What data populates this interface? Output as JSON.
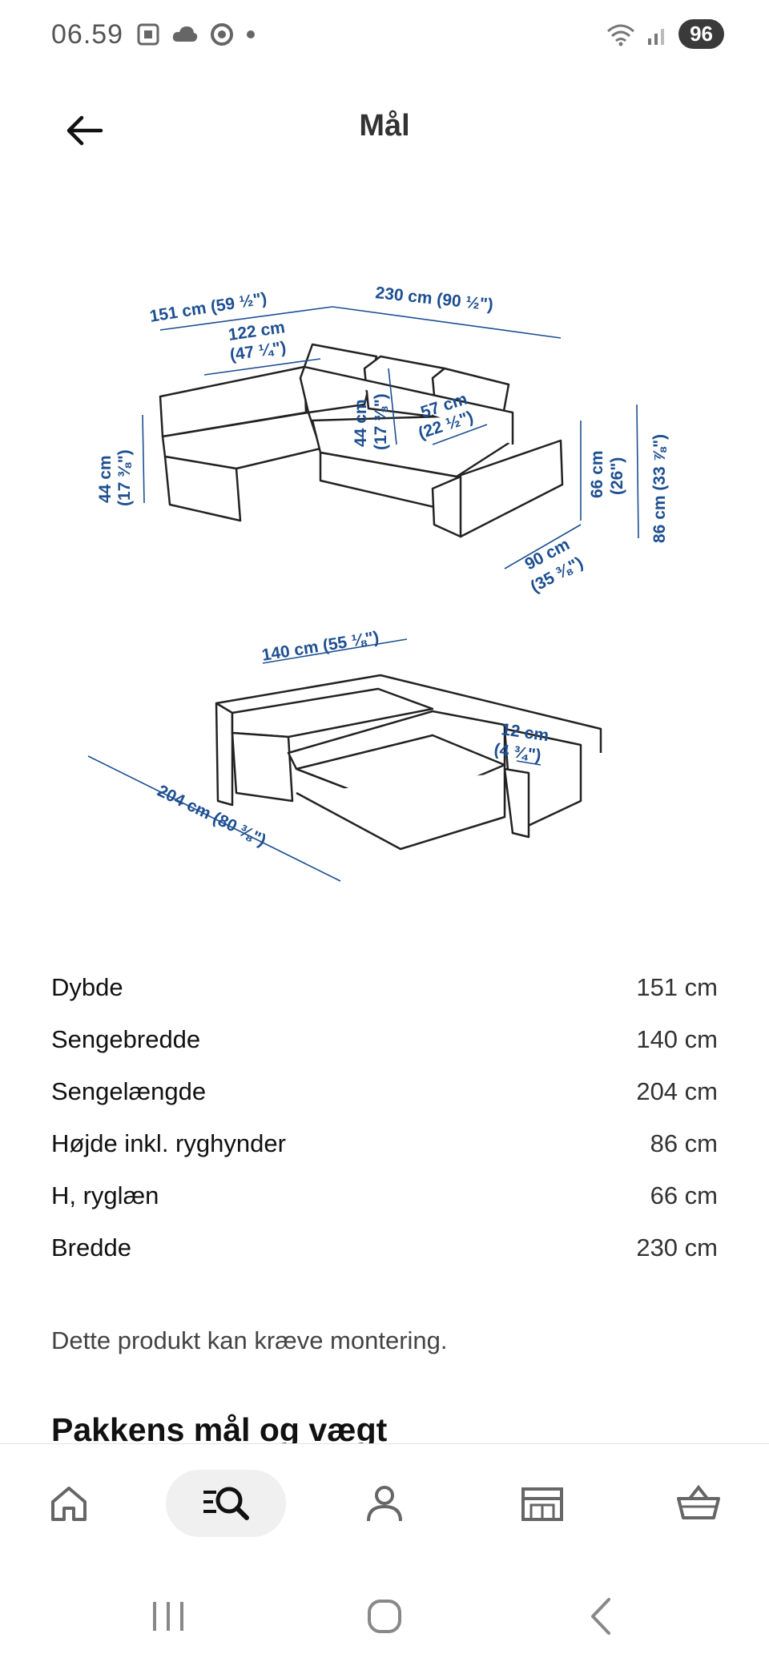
{
  "status_bar": {
    "time": "06.59",
    "battery": "96"
  },
  "header": {
    "title": "Mål"
  },
  "illustration": {
    "labels": {
      "depth": "151 cm (59 ½\")",
      "width": "230 cm (90 ½\")",
      "seat_width_cm": "122 cm",
      "seat_width_in": "(47 ¼\")",
      "back_cushion_cm": "44 cm",
      "back_cushion_in": "(17 ⅜\")",
      "seat_depth_cm": "57 cm",
      "seat_depth_in": "(22 ½\")",
      "seat_height_cm": "44 cm",
      "seat_height_in": "(17 ⅜\")",
      "back_height_cm": "66 cm",
      "back_height_in": "(26\")",
      "total_height": "86 cm (33 ⅞\")",
      "arm_depth_cm": "90 cm",
      "arm_depth_in": "(35 ⅜\")",
      "bed_width": "140 cm (55 ⅛\")",
      "arm_width_cm": "12 cm",
      "arm_width_in": "(4 ¾\")",
      "bed_length": "204 cm (80 ⅜\")"
    }
  },
  "dimensions": [
    {
      "label": "Dybde",
      "value": "151 cm"
    },
    {
      "label": "Sengebredde",
      "value": "140 cm"
    },
    {
      "label": "Sengelængde",
      "value": "204 cm"
    },
    {
      "label": "Højde inkl. ryghynder",
      "value": "86 cm"
    },
    {
      "label": "H, ryglæn",
      "value": "66 cm"
    },
    {
      "label": "Bredde",
      "value": "230 cm"
    }
  ],
  "assembly_note": "Dette produkt kan kræve montering.",
  "section_heading": "Pakkens mål og vægt",
  "bottom_nav": [
    {
      "icon": "home-icon"
    },
    {
      "icon": "search-icon",
      "active": true
    },
    {
      "icon": "profile-icon"
    },
    {
      "icon": "store-icon"
    },
    {
      "icon": "basket-icon"
    }
  ],
  "colors": {
    "dimension_blue": "#1d4f91",
    "active_nav_bg": "#f0f0f0"
  }
}
